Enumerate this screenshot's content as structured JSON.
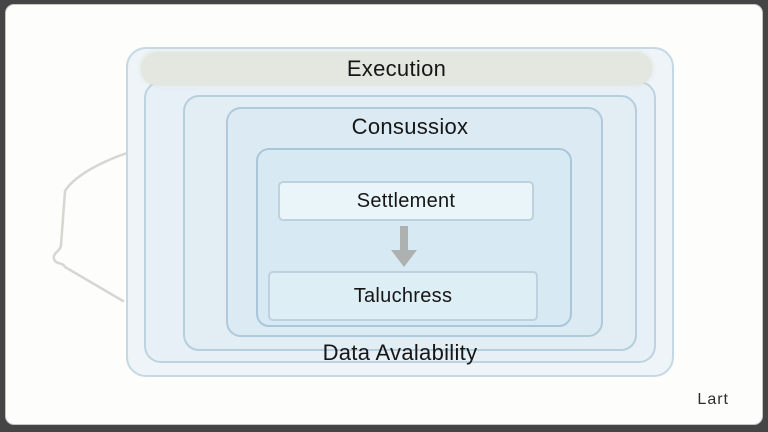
{
  "diagram": {
    "execution_label": "Execution",
    "consensus_label": "Consussiox",
    "settlement_label": "Settlement",
    "taluchress_label": "Taluchress",
    "data_availability_label": "Data Avalability",
    "arrow": {
      "direction": "down",
      "color": "#a9aba8"
    },
    "watermark": "Lart",
    "colors": {
      "frame": "#454545",
      "card_background": "#fdfdfc",
      "layer_fill_outer": "#eef4f8",
      "layer_fill_inner": "#d7eaf3",
      "layer_border": "#b6cfde",
      "execution_band_fill": "#e4e7df",
      "settlement_fill": "#eaf5f9",
      "taluchress_fill": "#ddeef5",
      "node_border": "#bdd2de",
      "text": "#161616",
      "brace_outline": "#d7d7d1"
    }
  }
}
